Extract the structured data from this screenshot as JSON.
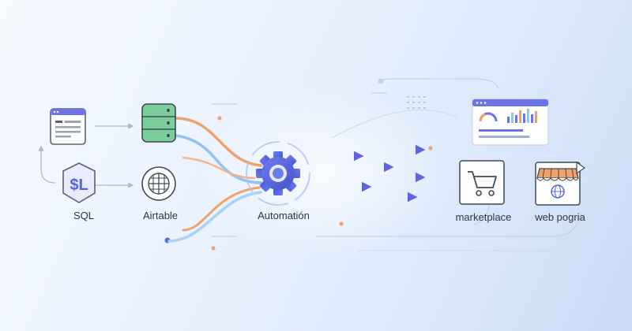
{
  "nodes": {
    "sql": {
      "label": "SQL",
      "icon": "sql-database-icon"
    },
    "airtable": {
      "label": "Airtable",
      "icon": "grid-globe-icon"
    },
    "automation": {
      "label": "Automatión",
      "icon": "gear-icon"
    },
    "marketplace": {
      "label": "marketplace",
      "icon": "shopping-cart-icon"
    },
    "webpage": {
      "label": "web pogria",
      "icon": "storefront-icon"
    },
    "form_source": {
      "icon": "form-window-icon"
    },
    "database": {
      "icon": "database-stack-icon"
    },
    "dashboard": {
      "icon": "analytics-dashboard-icon"
    }
  },
  "colors": {
    "accent": "#5564d9",
    "orange_flow": "#f2a069",
    "blue_flow": "#8fc4f0",
    "green_db": "#7ccf9a",
    "arrow": "#5f63e0"
  }
}
